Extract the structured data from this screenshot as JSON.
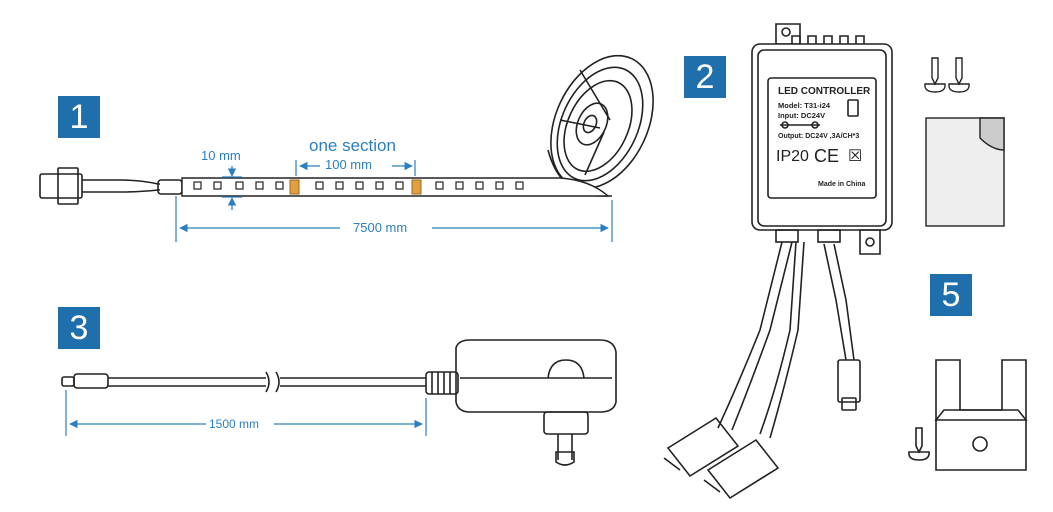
{
  "badges": {
    "one": "1",
    "two": "2",
    "three": "3",
    "five": "5"
  },
  "strip": {
    "section_label": "one section",
    "section_len": "100 mm",
    "width": "10 mm",
    "length": "7500 mm"
  },
  "adapter": {
    "cable_len": "1500 mm"
  },
  "controller": {
    "title": "LED CONTROLLER",
    "model": "Model: T31-i24",
    "input": "Input: DC24V",
    "output": "Output: DC24V   ,3A/CH*3",
    "ip": "IP20",
    "ce": "CE",
    "made": "Made in China"
  },
  "colors": {
    "badge": "#1f6fad",
    "dimension": "#2a7fc1",
    "line": "#222222",
    "led_amber": "#e0a040"
  }
}
